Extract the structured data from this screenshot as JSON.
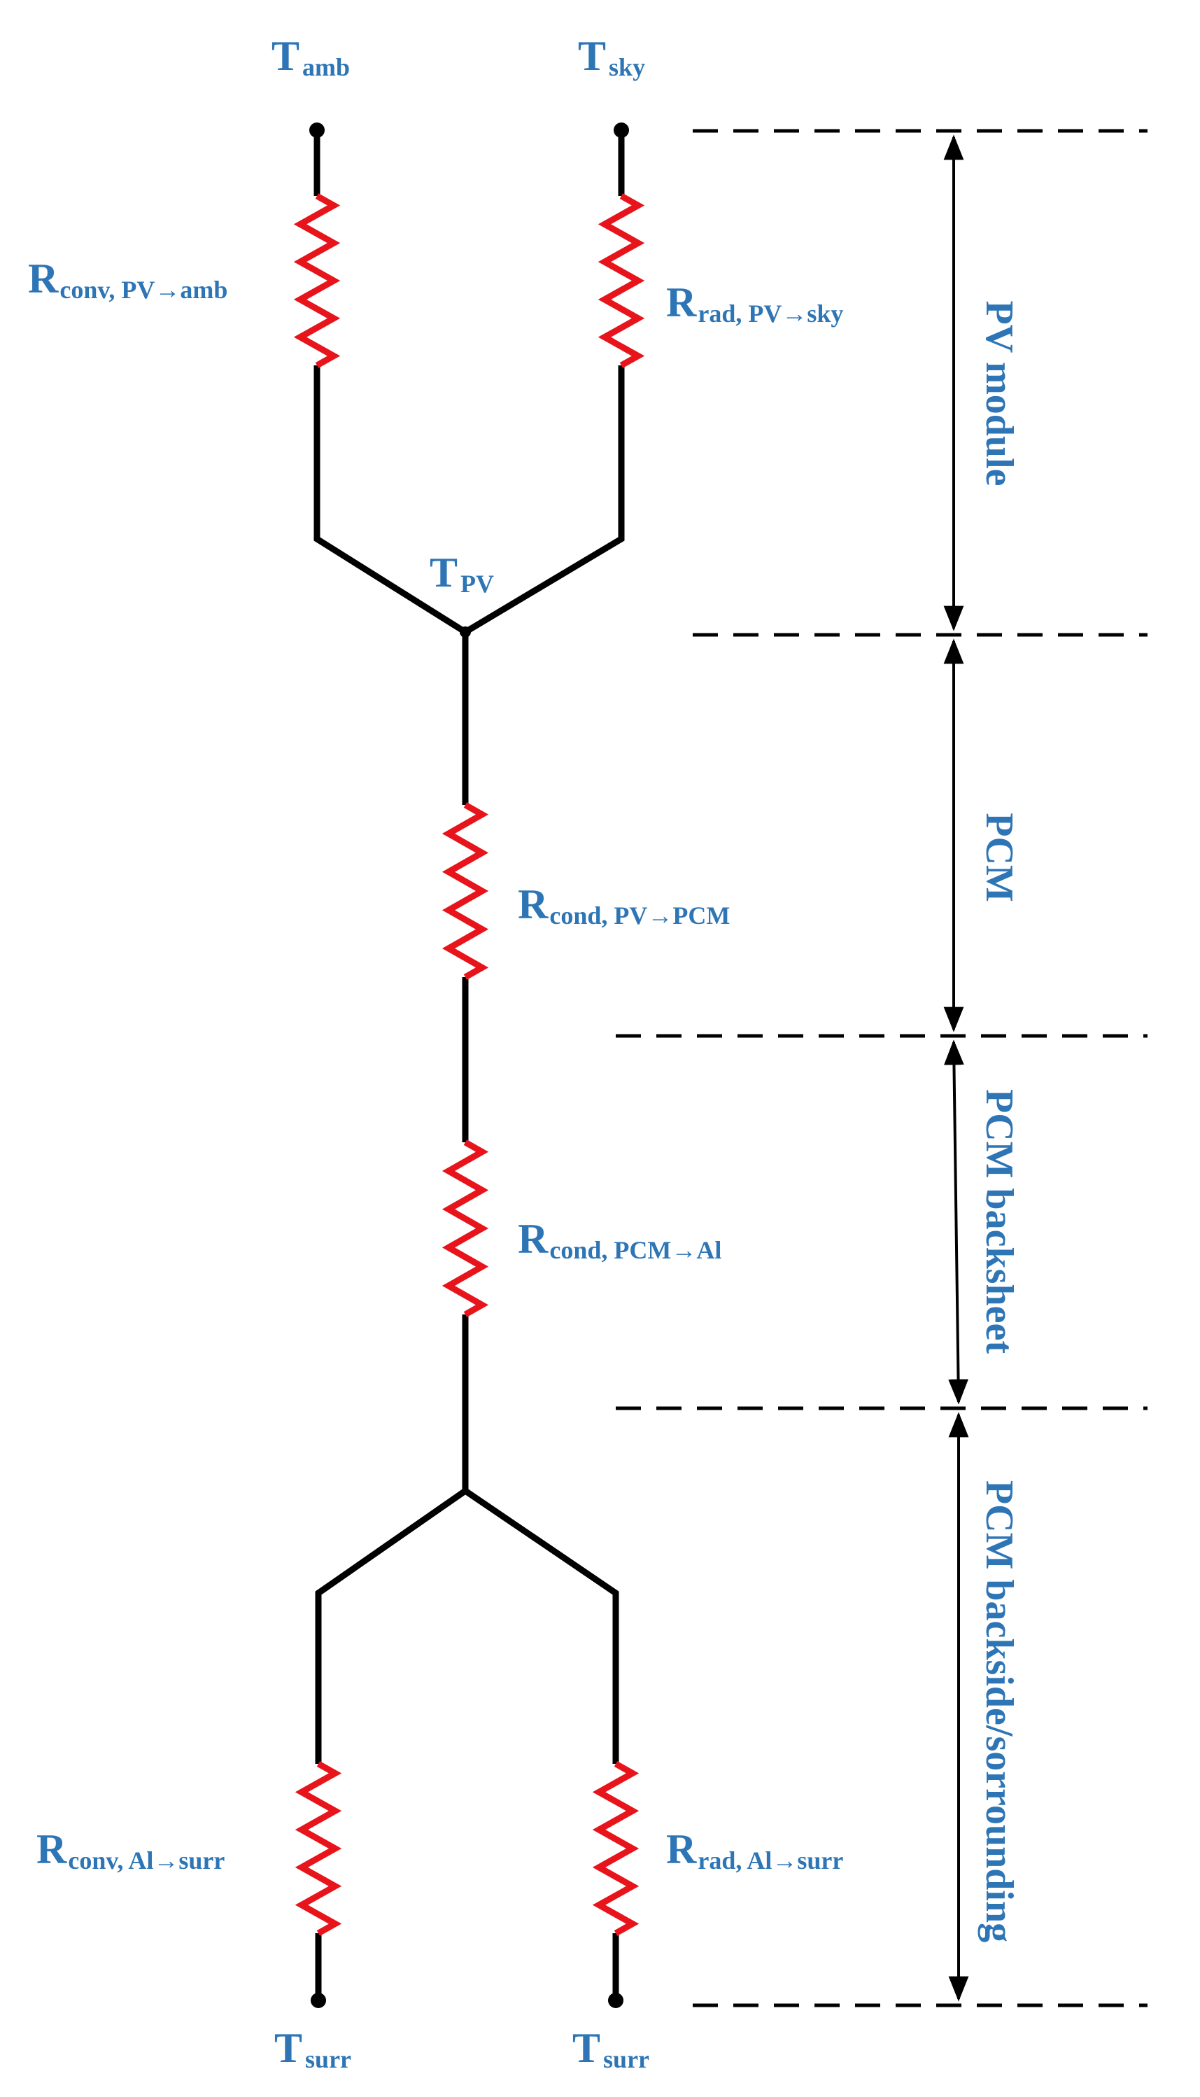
{
  "colors": {
    "label": "#2E75B6",
    "wire": "#000000",
    "resistor": "#E8141B",
    "dash": "#000000",
    "background": "#FFFFFF"
  },
  "nodes": {
    "t_amb": {
      "main": "T",
      "sub": "amb"
    },
    "t_sky": {
      "main": "T",
      "sub": "sky"
    },
    "t_pv": {
      "main": "T",
      "sub": "PV"
    },
    "t_surr_left": {
      "main": "T",
      "sub": "surr"
    },
    "t_surr_right": {
      "main": "T",
      "sub": "surr"
    }
  },
  "resistors": {
    "r_conv_pv_amb": {
      "main": "R",
      "sub": "conv, PV→amb"
    },
    "r_rad_pv_sky": {
      "main": "R",
      "sub": "rad, PV→sky"
    },
    "r_cond_pv_pcm": {
      "main": "R",
      "sub": "cond, PV→PCM"
    },
    "r_cond_pcm_al": {
      "main": "R",
      "sub": "cond, PCM→Al"
    },
    "r_conv_al_surr": {
      "main": "R",
      "sub": "conv, Al→surr"
    },
    "r_rad_al_surr": {
      "main": "R",
      "sub": "rad, Al→surr"
    }
  },
  "sections": {
    "pv_module": "PV module",
    "pcm": "PCM",
    "pcm_backsheet": "PCM backsheet",
    "pcm_backside": "PCM backside/sorrounding"
  }
}
